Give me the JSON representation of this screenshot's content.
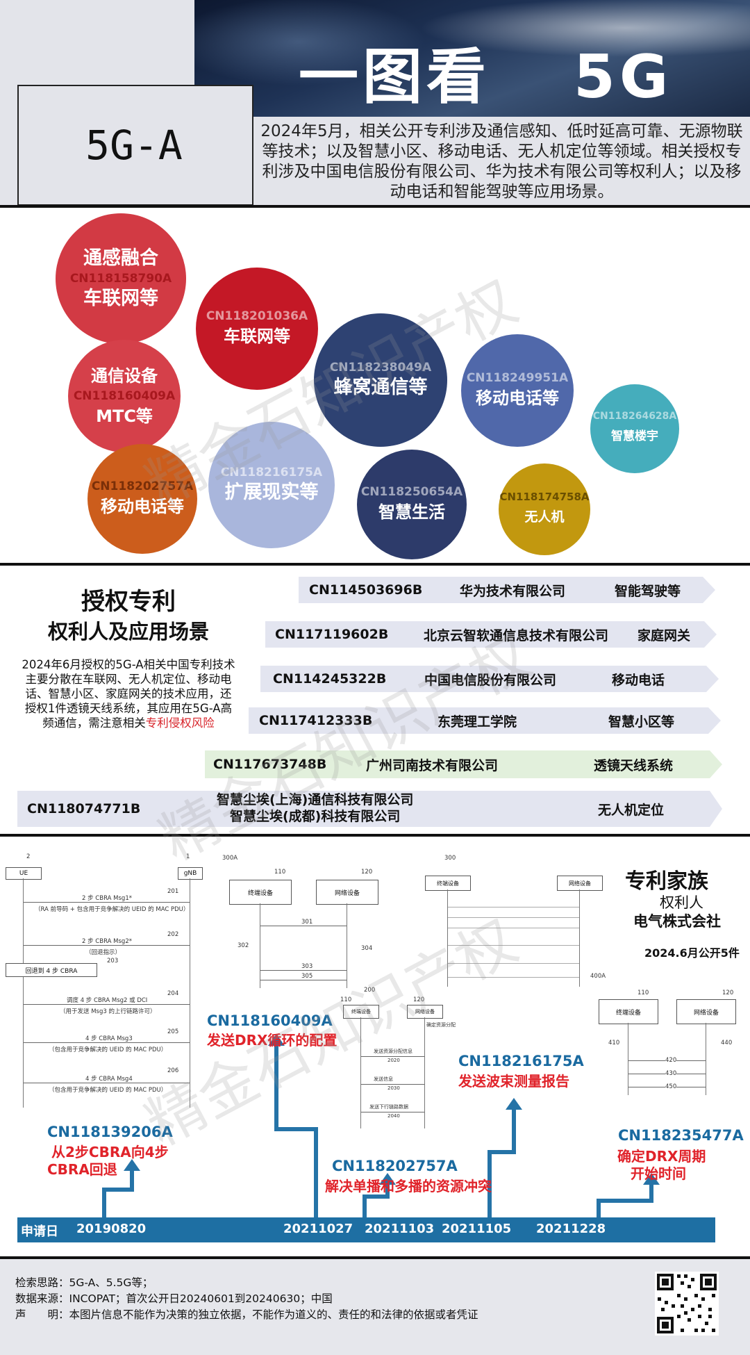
{
  "header": {
    "title": "一图看",
    "title_suffix": "5G",
    "badge": "5G-A",
    "summary": "2024年5月，相关公开专利涉及通信感知、低时延高可靠、无源物联等技术；以及智慧小区、移动电话、无人机定位等领域。相关授权专利涉及中国电信股份有限公司、华为技术有限公司等权利人；以及移动电话和智能驾驶等应用场景。"
  },
  "watermark": "精金石知识产权",
  "bubbles": [
    {
      "top": "通感融合",
      "code": "CN118158790A",
      "bottom": "车联网等",
      "color": "#d23a44"
    },
    {
      "top": "",
      "code": "CN118201036A",
      "bottom": "车联网等",
      "color": "#c41826"
    },
    {
      "top": "通信设备",
      "code": "CN118160409A",
      "bottom": "MTC等",
      "color": "#d5404a"
    },
    {
      "top": "",
      "code": "CN118238049A",
      "bottom": "蜂窝通信等",
      "color": "#2e4272"
    },
    {
      "top": "",
      "code": "CN118249951A",
      "bottom": "移动电话等",
      "color": "#5068aa"
    },
    {
      "top": "",
      "code": "CN118264628A",
      "bottom": "智慧楼宇",
      "color": "#45adbc"
    },
    {
      "top": "",
      "code": "CN118202757A",
      "bottom": "移动电话等",
      "color": "#cc5d1c"
    },
    {
      "top": "",
      "code": "CN118216175A",
      "bottom": "扩展现实等",
      "color": "#a9b6dc"
    },
    {
      "top": "",
      "code": "CN118250654A",
      "bottom": "智慧生活",
      "color": "#2d3b6a"
    },
    {
      "top": "",
      "code": "CN118174758A",
      "bottom": "无人机",
      "color": "#c2980f"
    }
  ],
  "granted": {
    "title": "授权专利",
    "subtitle": "权利人及应用场景",
    "desc_main": "2024年6月授权的5G-A相关中国专利技术主要分散在车联网、无人机定位、移动电话、智慧小区、家庭网关的技术应用，还授权1件透镜天线系统，其应用在5G-A高频通信，需注意相关",
    "desc_red": "专利侵权风险",
    "rows": [
      {
        "patent": "CN114503696B",
        "owner": "华为技术有限公司",
        "scene": "智能驾驶等"
      },
      {
        "patent": "CN117119602B",
        "owner": "北京云智软通信息技术有限公司",
        "scene": "家庭网关"
      },
      {
        "patent": "CN114245322B",
        "owner": "中国电信股份有限公司",
        "scene": "移动电话"
      },
      {
        "patent": "CN117412333B",
        "owner": "东莞理工学院",
        "scene": "智慧小区等"
      },
      {
        "patent": "CN117673748B",
        "owner": "广州司南技术有限公司",
        "scene": "透镜天线系统"
      },
      {
        "patent": "CN118074771B",
        "owner": "智慧尘埃(上海)通信科技有限公司",
        "owner2": "智慧尘埃(成都)科技有限公司",
        "scene": "无人机定位"
      }
    ]
  },
  "family": {
    "title": "专利家族",
    "owner_label": "权利人",
    "owner": "电气株式会社",
    "pub": "2024.6月公开5件",
    "annotations": [
      {
        "code": "CN118139206A",
        "desc": "从2步CBRA向4步",
        "desc2": "CBRA回退"
      },
      {
        "code": "CN118160409A",
        "desc": "发送DRX循环的配置"
      },
      {
        "code": "CN118202757A",
        "desc": "解决单播和多播的资源冲突"
      },
      {
        "code": "CN118216175A",
        "desc": "发送波束测量报告"
      },
      {
        "code": "CN118235477A",
        "desc": "确定DRX周期",
        "desc2": "开始时间"
      }
    ],
    "timeline": {
      "label": "申请日",
      "dates": [
        "20190820",
        "20211027",
        "20211103",
        "20211105",
        "20211228"
      ]
    },
    "diagram1": {
      "num_ue": "2",
      "num_gnb": "1",
      "ue": "UE",
      "gnb": "gNB",
      "msgs": [
        {
          "n": "201",
          "t": "2 步 CBRA Msg1*",
          "s": "（RA 前导码 + 包含用于竞争解决的 UEID 的 MAC PDU）"
        },
        {
          "n": "202",
          "t": "2 步 CBRA Msg2*",
          "s": "（回退指示）"
        },
        {
          "n": "203",
          "t": "回退到 4 步 CBRA",
          "s": ""
        },
        {
          "n": "204",
          "t": "调度 4 步 CBRA Msg2 或 DCI",
          "s": "（用于发送 Msg3 的上行链路许可）"
        },
        {
          "n": "205",
          "t": "4 步 CBRA Msg3",
          "s": "（包含用于竞争解决的 UEID 的 MAC PDU）"
        },
        {
          "n": "206",
          "t": "4 步 CBRA Msg4",
          "s": "（包含用于竞争解决的 UEID 的 MAC PDU）"
        }
      ]
    },
    "diagram2": {
      "label": "300A",
      "terminal": "终端设备",
      "network": "网络设备",
      "n1": "110",
      "n2": "120",
      "steps": [
        "301",
        "302",
        "303",
        "304",
        "305"
      ]
    },
    "diagram3": {
      "label": "200",
      "terminal": "终端设备",
      "network": "网络设备",
      "n1": "110",
      "n2": "120",
      "side": "确定资源分配",
      "msgs": [
        "发送资源分配信息",
        "发送信息",
        "发送下行链路数据"
      ],
      "steps": [
        "2020",
        "2030",
        "2040"
      ]
    },
    "diagram4": {
      "label": "300",
      "terminal": "终端设备",
      "network": "网络设备"
    },
    "diagram5": {
      "label": "400A",
      "terminal": "终端设备",
      "network": "网络设备",
      "n1": "110",
      "n2": "120",
      "steps": [
        "410",
        "420",
        "430",
        "440",
        "450"
      ]
    }
  },
  "footer": {
    "search": "检索思路：5G-A、5.5G等；",
    "source": "数据来源：INCOPAT；首次公开日20240601到20240630；中国",
    "disclaimer": "声　　明：本图片信息不能作为决策的独立依据，不能作为道义的、责任的和法律的依据或者凭证"
  }
}
